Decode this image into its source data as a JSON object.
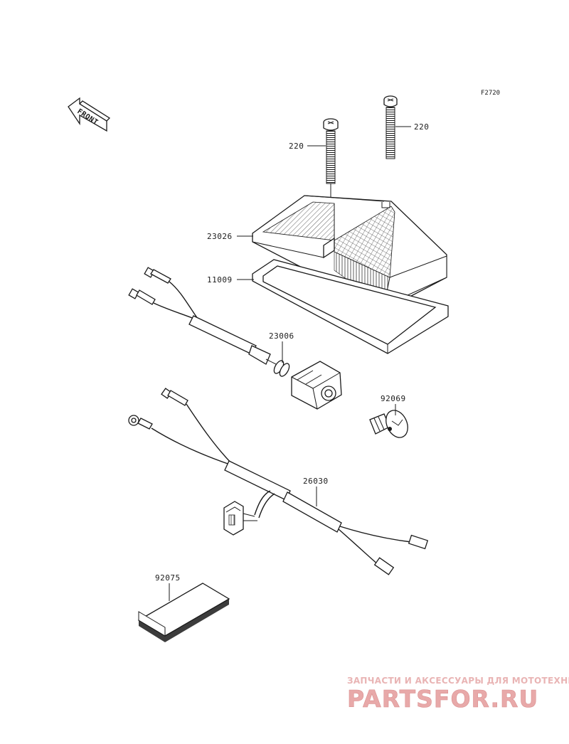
{
  "figure_code": "F2720",
  "direction_label": "FRONT",
  "callouts": [
    {
      "id": "bolt-left",
      "label": "220"
    },
    {
      "id": "bolt-right",
      "label": "220"
    },
    {
      "id": "lens",
      "label": "23026"
    },
    {
      "id": "gasket",
      "label": "11009"
    },
    {
      "id": "socket",
      "label": "23006"
    },
    {
      "id": "bulb",
      "label": "92069"
    },
    {
      "id": "harness",
      "label": "26030"
    },
    {
      "id": "pad",
      "label": "92075"
    }
  ],
  "watermark": {
    "tagline": "ЗАПЧАСТИ И АКСЕССУАРЫ ДЛЯ МОТОТЕХНИКИ",
    "brand": "PARTSFOR.RU"
  },
  "colors": {
    "line": "#1a1a1a",
    "watermark": "#e8a9a9"
  }
}
